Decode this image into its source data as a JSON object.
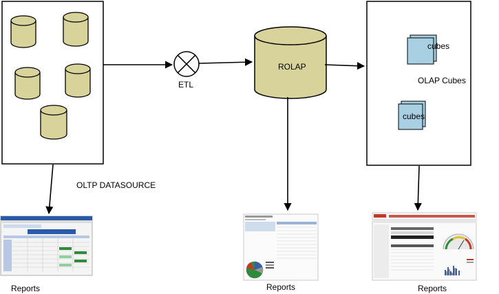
{
  "labels": {
    "etl": "ETL",
    "rolap": "ROLAP",
    "olap_cubes": "OLAP Cubes",
    "oltp_datasource": "OLTP DATASOURCE",
    "reports_left": "Reports",
    "reports_middle": "Reports",
    "reports_right": "Reports",
    "cube_top": "cubes",
    "cube_bottom": "cubes"
  },
  "colors": {
    "cylinder_fill": "#d8d39a",
    "cube_fill": "#a9cfe3",
    "stroke": "#000000",
    "report_header": "#2a5aa8",
    "report_green": "#2e8b3a",
    "report_red": "#c0392b"
  }
}
